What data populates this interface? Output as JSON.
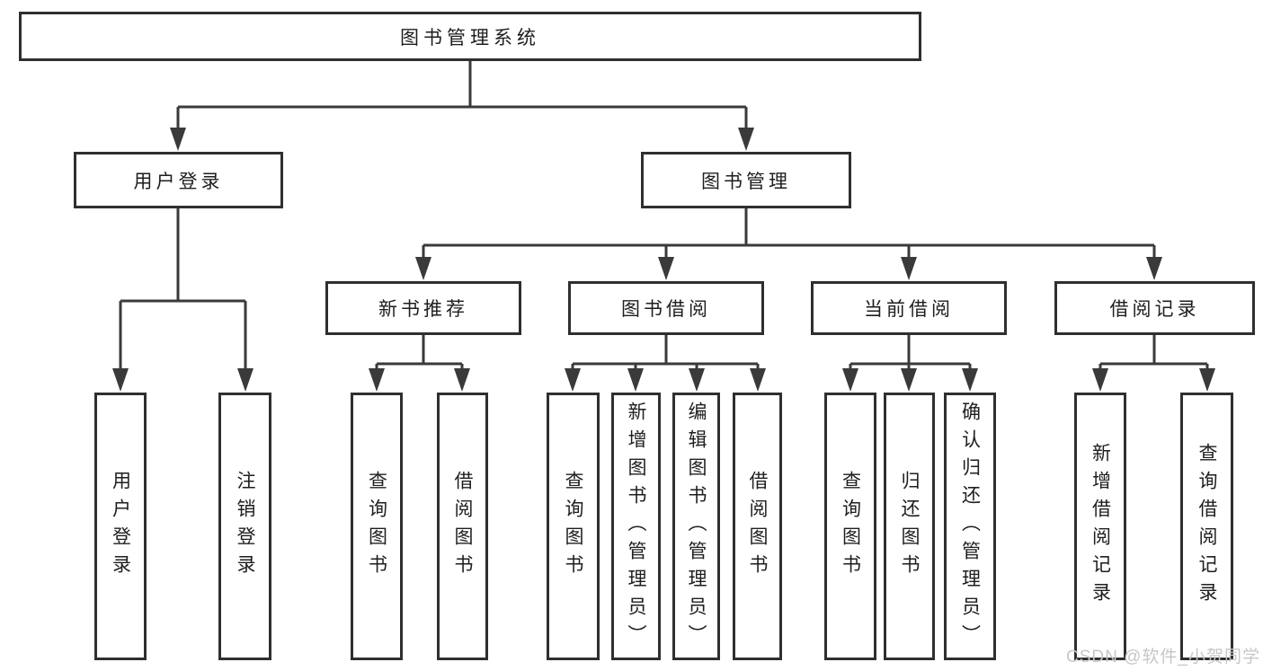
{
  "diagram": {
    "type": "hierarchy-tree",
    "root_label": "图书管理系统",
    "level2": [
      {
        "label": "用户登录",
        "children": [
          "用户登录",
          "注销登录"
        ]
      },
      {
        "label": "图书管理"
      }
    ],
    "level3": [
      {
        "label": "新书推荐",
        "parent": "图书管理",
        "children": [
          "查询图书",
          "借阅图书"
        ]
      },
      {
        "label": "图书借阅",
        "parent": "图书管理",
        "children": [
          "查询图书",
          "新增图书（管理员）",
          "编辑图书（管理员）",
          "借阅图书"
        ]
      },
      {
        "label": "当前借阅",
        "parent": "图书管理",
        "children": [
          "查询图书",
          "归还图书",
          "确认归还（管理员）"
        ]
      },
      {
        "label": "借阅记录",
        "parent": "图书管理",
        "children": [
          "新增借阅记录",
          "查询借阅记录"
        ]
      }
    ],
    "watermark": "CSDN @软件_小贺同学",
    "colors": {
      "background": "#ffffff",
      "box_border": "#2f2f2f",
      "connector_line": "#3a3a3a",
      "text": "#1e1e1e",
      "watermark_text": "#c7c7c7"
    }
  }
}
